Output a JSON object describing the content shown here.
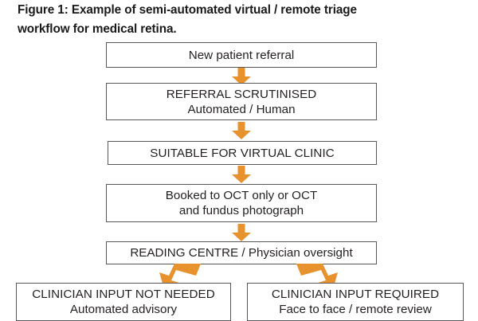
{
  "figure": {
    "caption_lines": [
      "Figure 1: Example of semi-automated virtual / remote triage",
      "workflow for medical retina."
    ],
    "accent_color": "#e8922e",
    "box_border_color": "#58585a",
    "text_color": "#231f20",
    "background_color": "#ffffff"
  },
  "flow": {
    "nodes": [
      {
        "id": "new-patient-referral",
        "lines": [
          "New patient referral"
        ]
      },
      {
        "id": "referral-scrutinised",
        "lines": [
          "REFERRAL SCRUTINISED",
          "Automated / Human"
        ]
      },
      {
        "id": "suitable-virtual-clinic",
        "lines": [
          "SUITABLE FOR VIRTUAL CLINIC"
        ]
      },
      {
        "id": "booked-oct",
        "lines": [
          "Booked to OCT only or OCT",
          "and fundus photograph"
        ]
      },
      {
        "id": "reading-centre",
        "lines": [
          "READING CENTRE / Physician oversight"
        ]
      },
      {
        "id": "clinician-not-needed",
        "lines": [
          "CLINICIAN INPUT NOT NEEDED",
          "Automated advisory"
        ]
      },
      {
        "id": "clinician-required",
        "lines": [
          "CLINICIAN INPUT REQUIRED",
          "Face to face / remote review"
        ]
      }
    ],
    "connectors": [
      {
        "id": "arrow-1",
        "type": "arrow-down-icon",
        "from": "new-patient-referral",
        "to": "referral-scrutinised"
      },
      {
        "id": "arrow-2",
        "type": "arrow-down-icon",
        "from": "referral-scrutinised",
        "to": "suitable-virtual-clinic"
      },
      {
        "id": "arrow-3",
        "type": "arrow-down-icon",
        "from": "suitable-virtual-clinic",
        "to": "booked-oct"
      },
      {
        "id": "arrow-4",
        "type": "arrow-down-icon",
        "from": "booked-oct",
        "to": "reading-centre"
      },
      {
        "id": "arrow-branch-left",
        "type": "arrow-bent-down-left-icon",
        "from": "reading-centre",
        "to": "clinician-not-needed"
      },
      {
        "id": "arrow-branch-right",
        "type": "arrow-bent-down-right-icon",
        "from": "reading-centre",
        "to": "clinician-required"
      }
    ]
  }
}
